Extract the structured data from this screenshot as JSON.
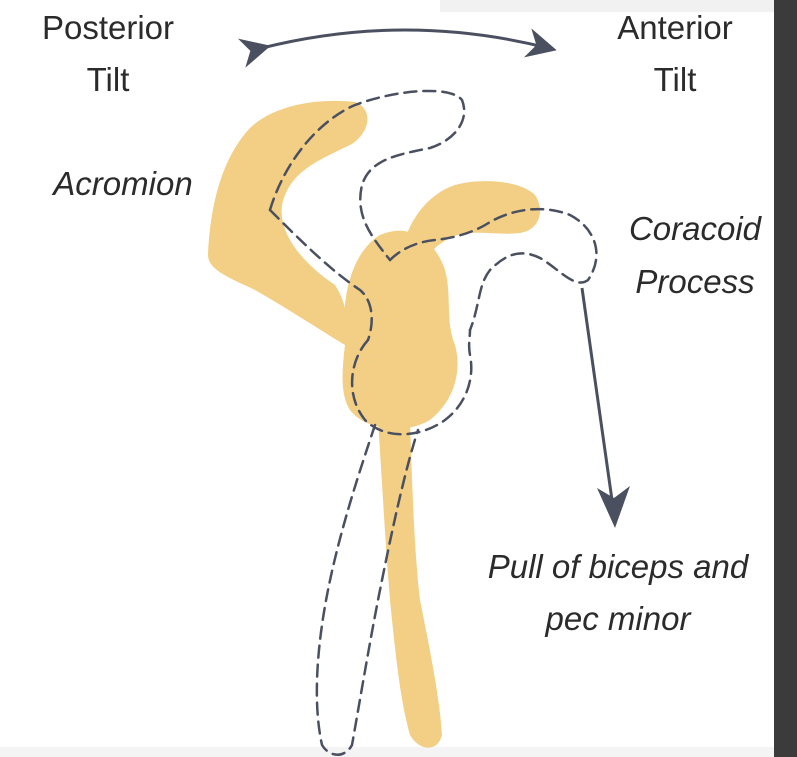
{
  "labels": {
    "posterior_tilt_line1": "Posterior",
    "posterior_tilt_line2": "Tilt",
    "anterior_tilt_line1": "Anterior",
    "anterior_tilt_line2": "Tilt",
    "acromion": "Acromion",
    "coracoid_line1": "Coracoid",
    "coracoid_line2": "Process",
    "pull_line1": "Pull of biceps and",
    "pull_line2": "pec minor"
  },
  "colors": {
    "bone_fill": "#f2cf84",
    "outline": "#4a5060",
    "arrow": "#4a5060",
    "text": "#2b2b2b",
    "right_bar": "#3b3b3b"
  },
  "icons": {
    "tilt_arrow": "double-headed-curved-arrow",
    "pull_arrow": "down-arrow"
  }
}
